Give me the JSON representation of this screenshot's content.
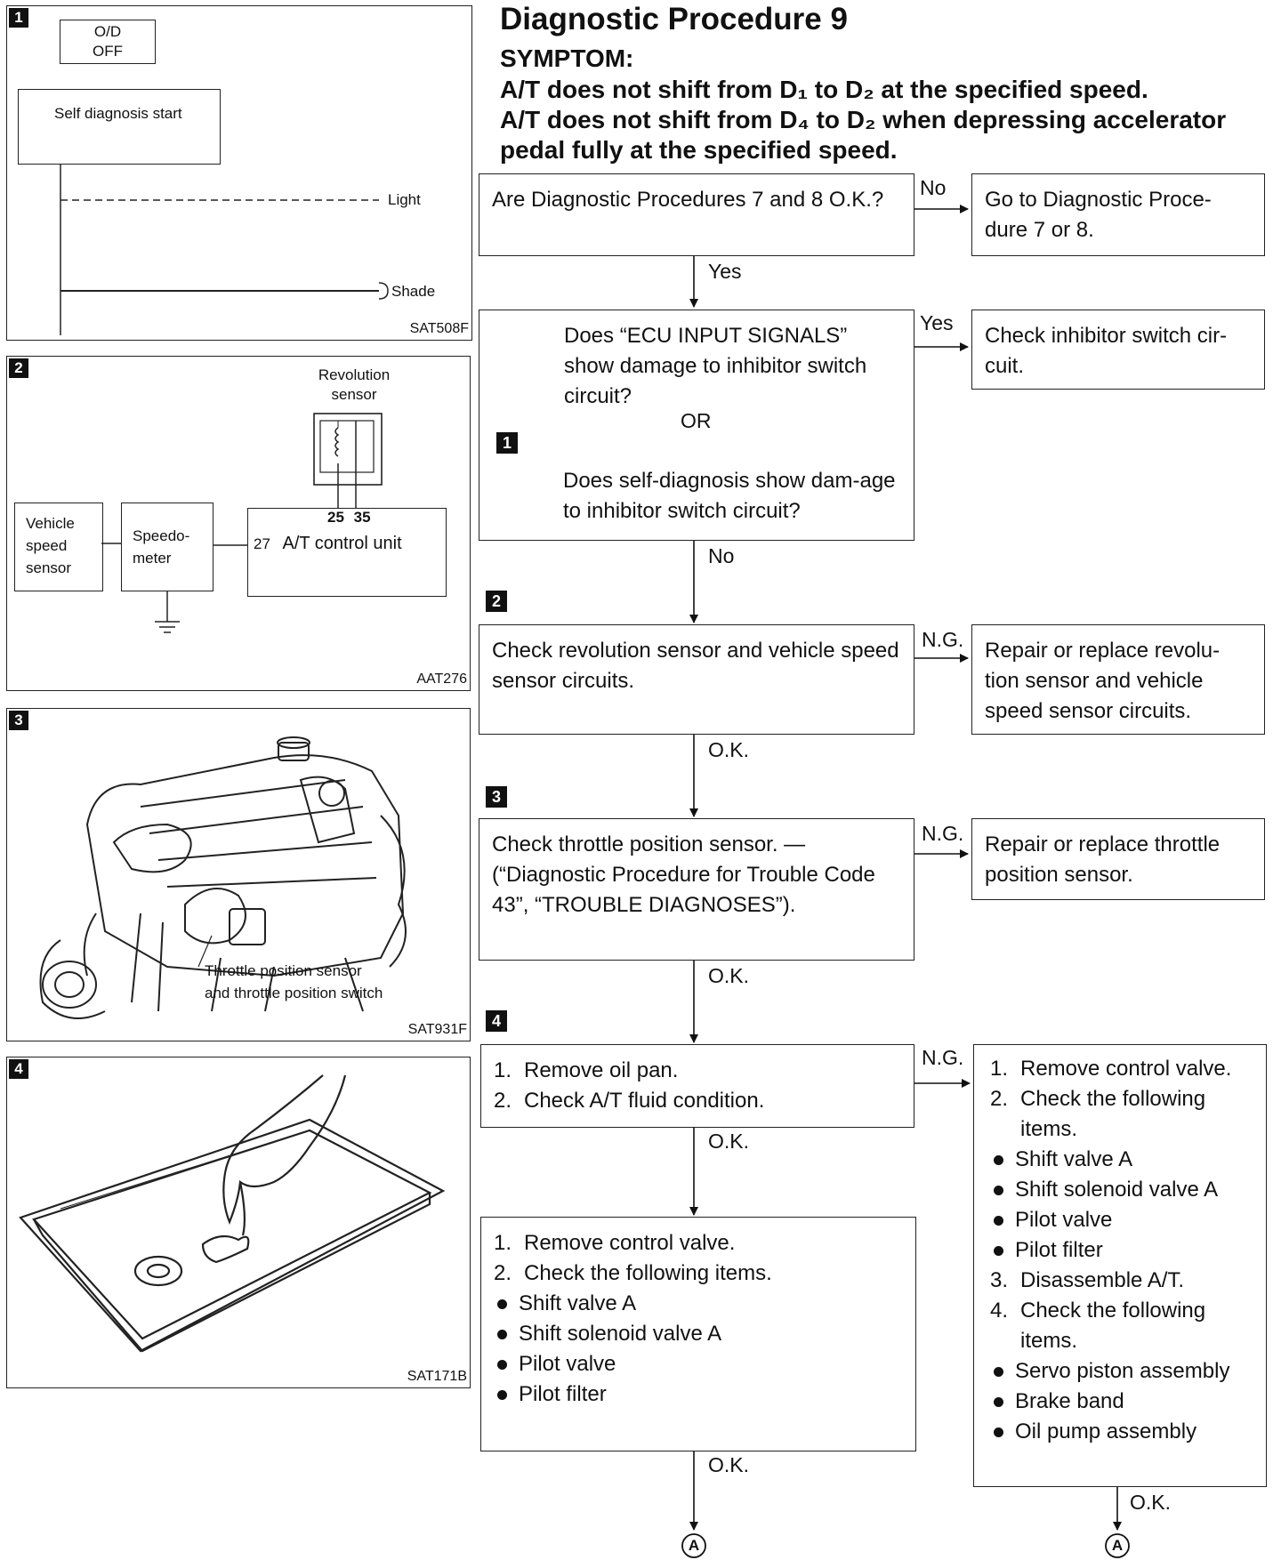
{
  "header": {
    "title": "Diagnostic Procedure 9",
    "symptom_label": "SYMPTOM:",
    "symptom_line1": "A/T does not shift from D₁ to D₂ at the specified speed.",
    "symptom_line2": "A/T does not shift from D₄ to D₂ when depressing accelerator pedal fully at the specified speed."
  },
  "panels": {
    "p1": {
      "num": "1",
      "od_line1": "O/D",
      "od_line2": "OFF",
      "self_diag": "Self diagnosis start",
      "light": "Light",
      "shade": "Shade",
      "code": "SAT508F"
    },
    "p2": {
      "num": "2",
      "rev_sensor": "Revolution sensor",
      "pins": "25 35",
      "vehicle_speed_sensor": "Vehicle speed sensor",
      "speedometer": "Speedo-meter",
      "pin27": "27",
      "control_unit": "A/T control unit",
      "code": "AAT276"
    },
    "p3": {
      "num": "3",
      "caption_line1": "Throttle position sensor",
      "caption_line2": "and throttle position switch",
      "code": "SAT931F"
    },
    "p4": {
      "num": "4",
      "code": "SAT171B"
    }
  },
  "flow": {
    "q1": "Are Diagnostic Procedures 7 and 8 O.K.?",
    "no1": "No",
    "goto": "Go to Diagnostic Proce-dure 7 or 8.",
    "yes1": "Yes",
    "q2a": "Does “ECU INPUT SIGNALS” show damage to inhibitor switch circuit?",
    "or": "OR",
    "q2_num": "1",
    "q2b": "Does self-diagnosis show dam-age to inhibitor switch circuit?",
    "yes2": "Yes",
    "check_inhibitor": "Check inhibitor switch cir-cuit.",
    "no2": "No",
    "s2_num": "2",
    "check_rev": "Check revolution sensor and vehicle speed sensor circuits.",
    "ng1": "N.G.",
    "repair_rev": "Repair or replace revolu-tion sensor and vehicle speed sensor circuits.",
    "ok1": "O.K.",
    "s3_num": "3",
    "check_throttle": "Check throttle position sensor. — (“Diagnostic Procedure for Trouble Code 43”, “TROUBLE DIAGNOSES”).",
    "ng2": "N.G.",
    "repair_throttle": "Repair or replace throttle position sensor.",
    "ok2": "O.K.",
    "s4_num": "4",
    "oil_1": "1.",
    "oil_1t": "Remove oil pan.",
    "oil_2": "2.",
    "oil_2t": "Check A/T fluid condition.",
    "ng3": "N.G.",
    "ok3": "O.K.",
    "left_valve": {
      "i1k": "1.",
      "i1": "Remove control valve.",
      "i2k": "2.",
      "i2": "Check the following items.",
      "bullets": [
        "Shift valve A",
        "Shift solenoid valve A",
        "Pilot valve",
        "Pilot filter"
      ]
    },
    "ok4": "O.K.",
    "right_valve": {
      "i1k": "1.",
      "i1": "Remove control valve.",
      "i2k": "2.",
      "i2": "Check the following items.",
      "bullets1": [
        "Shift valve A",
        "Shift solenoid valve A",
        "Pilot valve",
        "Pilot filter"
      ],
      "i3k": "3.",
      "i3": "Disassemble A/T.",
      "i4k": "4.",
      "i4": "Check the following items.",
      "bullets2": [
        "Servo piston assembly",
        "Brake band",
        "Oil pump assembly"
      ]
    },
    "ok5": "O.K.",
    "conn_a": "A",
    "conn_b": "A"
  }
}
